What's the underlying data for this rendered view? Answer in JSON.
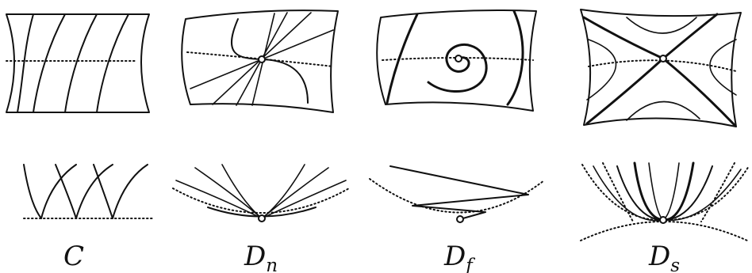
{
  "labels": {
    "c": "C",
    "dn_main": "D",
    "dn_sub": "n",
    "df_main": "D",
    "df_sub": "f",
    "ds_main": "D",
    "ds_sub": "s"
  }
}
